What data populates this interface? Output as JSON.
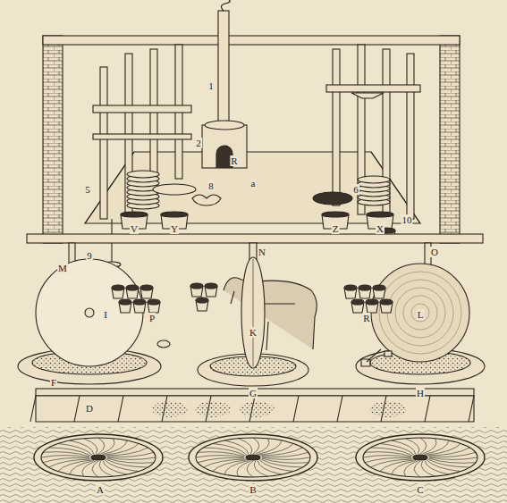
{
  "diagram": {
    "labels": [
      "A",
      "B",
      "C",
      "D",
      "F",
      "G",
      "H",
      "I",
      "K",
      "L",
      "M",
      "N",
      "O",
      "P",
      "R",
      "V",
      "Y",
      "Z",
      "X",
      "R",
      "a",
      "1",
      "2",
      "5",
      "6",
      "8",
      "9",
      "10"
    ]
  }
}
